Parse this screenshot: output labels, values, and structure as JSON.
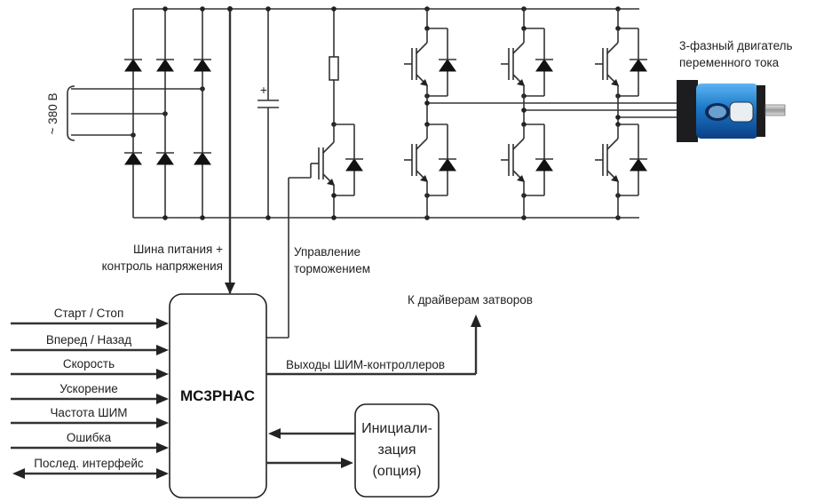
{
  "supply": {
    "voltage_label": "~ 380 В"
  },
  "motor": {
    "label_line1": "3-фазный двигатель",
    "label_line2": "переменного тока"
  },
  "bus": {
    "label_line1": "Шина питания +",
    "label_line2": "контроль напряжения"
  },
  "brake": {
    "label_line1": "Управление",
    "label_line2": "торможением"
  },
  "gate_drivers": {
    "label": "К драйверам затворов"
  },
  "pwm_outputs": {
    "label": "Выходы ШИМ-контроллеров"
  },
  "controller": {
    "label": "MC3PHAC"
  },
  "init_block": {
    "line1": "Инициали-",
    "line2": "зация",
    "line3": "(опция)"
  },
  "capacitor": {
    "polarity": "+"
  },
  "inputs": [
    {
      "label": "Старт / Стоп"
    },
    {
      "label": "Вперед / Назад"
    },
    {
      "label": "Скорость"
    },
    {
      "label": "Ускорение"
    },
    {
      "label": "Частота ШИМ"
    },
    {
      "label": "Ошибка"
    },
    {
      "label": "Послед. интерфейс"
    }
  ],
  "colors": {
    "motor_body": "#1a78c8",
    "motor_dark": "#0d2a55",
    "wire": "#333333"
  }
}
